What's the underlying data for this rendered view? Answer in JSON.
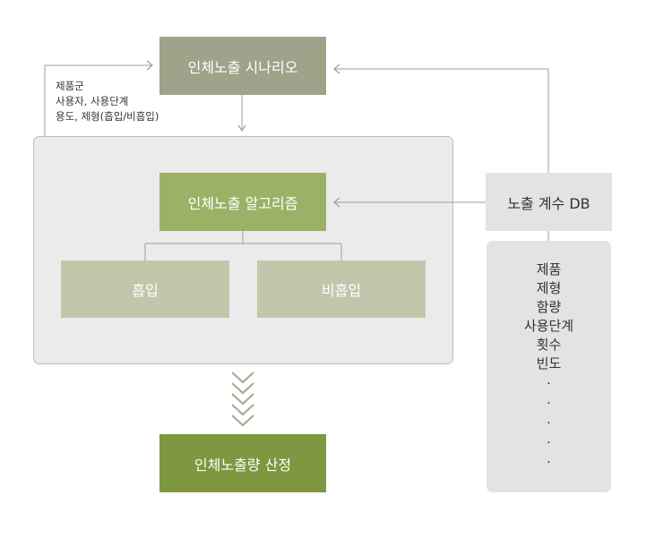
{
  "scenario_box": {
    "label": "인체노출 시나리오"
  },
  "input_labels": [
    "제품군",
    "사용자, 사용단계",
    "용도, 제형(흡입/비흡입)"
  ],
  "algorithm_box": {
    "label": "인체노출 알고리즘"
  },
  "inhalation_box": {
    "label": "흡입"
  },
  "non_inhalation_box": {
    "label": "비흡입"
  },
  "db_box": {
    "label": "노출 계수 DB"
  },
  "factor_list": [
    "제품",
    "제형",
    "함량",
    "사용단계",
    "횟수",
    "빈도"
  ],
  "factor_ellipsis": ".",
  "result_box": {
    "label": "인체노출량 산정"
  },
  "colors": {
    "scenario": "#9ea38a",
    "algorithm": "#9bb266",
    "route": "#c2c7ac",
    "result": "#7e9740",
    "db": "#e3e3e3",
    "container": "#ebebeb",
    "connector": "#9e9e9e"
  }
}
